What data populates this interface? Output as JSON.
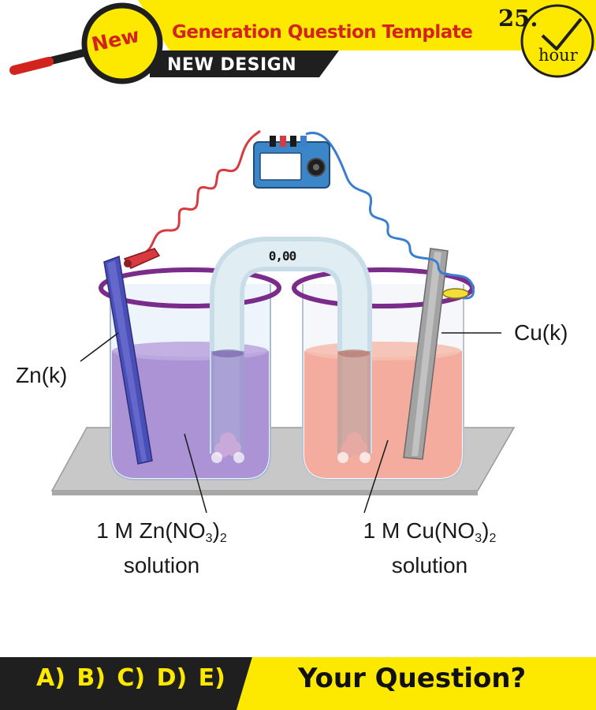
{
  "header": {
    "badge": "New",
    "title": "Generation Question Template",
    "subtitle": "NEW DESIGN",
    "clock_number": "25.",
    "clock_unit": "hour"
  },
  "diagram": {
    "meter_reading": "0,00",
    "left_electrode_label": "Zn(k)",
    "right_electrode_label": "Cu(k)",
    "left_solution": {
      "prefix": "1 M Zn(NO",
      "subscript_inner": "3",
      "close": ")",
      "subscript_outer": "2",
      "line2": "solution"
    },
    "right_solution": {
      "prefix": "1 M Cu(NO",
      "subscript_inner": "3",
      "close": ")",
      "subscript_outer": "2",
      "line2": "solution"
    }
  },
  "footer": {
    "answers": "A) B) C) D) E)",
    "question": "Your Question?"
  },
  "colors": {
    "yellow": "#fde800",
    "dark": "#1f1f1f",
    "red_text": "#d2231e",
    "zn_solution": "#a58ad3",
    "cu_solution": "#f2a595",
    "red_wire": "#d83a3f",
    "blue_wire": "#3b7ed0"
  }
}
